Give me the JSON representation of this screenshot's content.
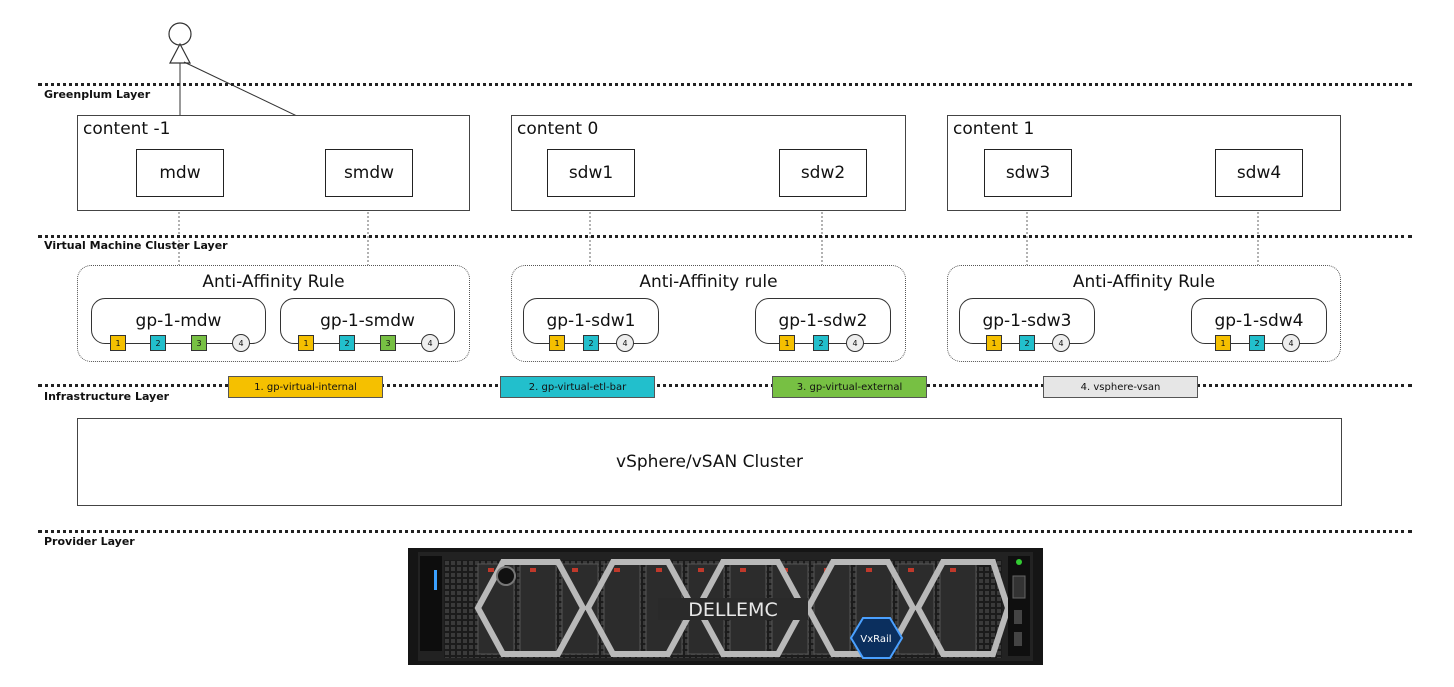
{
  "layers": {
    "greenplum": "Greenplum Layer",
    "vm_cluster": "Virtual Machine Cluster Layer",
    "infrastructure": "Infrastructure Layer",
    "provider": "Provider Layer"
  },
  "contents": [
    {
      "label": "content -1",
      "hosts": [
        "mdw",
        "smdw"
      ]
    },
    {
      "label": "content 0",
      "hosts": [
        "sdw1",
        "sdw2"
      ]
    },
    {
      "label": "content 1",
      "hosts": [
        "sdw3",
        "sdw4"
      ]
    }
  ],
  "rules": [
    {
      "label": "Anti-Affinity Rule",
      "vms": [
        {
          "name": "gp-1-mdw",
          "nics": [
            "1",
            "2",
            "3",
            "4"
          ]
        },
        {
          "name": "gp-1-smdw",
          "nics": [
            "1",
            "2",
            "3",
            "4"
          ]
        }
      ]
    },
    {
      "label": "Anti-Affinity rule",
      "vms": [
        {
          "name": "gp-1-sdw1",
          "nics": [
            "1",
            "2",
            "4"
          ]
        },
        {
          "name": "gp-1-sdw2",
          "nics": [
            "1",
            "2",
            "4"
          ]
        }
      ]
    },
    {
      "label": "Anti-Affinity Rule",
      "vms": [
        {
          "name": "gp-1-sdw3",
          "nics": [
            "1",
            "2",
            "4"
          ]
        },
        {
          "name": "gp-1-sdw4",
          "nics": [
            "1",
            "2",
            "4"
          ]
        }
      ]
    }
  ],
  "networks": [
    {
      "label": "1. gp-virtual-internal",
      "color": "#f5c000"
    },
    {
      "label": "2. gp-virtual-etl-bar",
      "color": "#22bfcc"
    },
    {
      "label": "3. gp-virtual-external",
      "color": "#77c043"
    },
    {
      "label": "4. vsphere-vsan",
      "color": "#e6e6e6"
    }
  ],
  "cluster_label": "vSphere/vSAN Cluster",
  "server": {
    "brand": "DELLEMC",
    "badge": "VxRail"
  }
}
